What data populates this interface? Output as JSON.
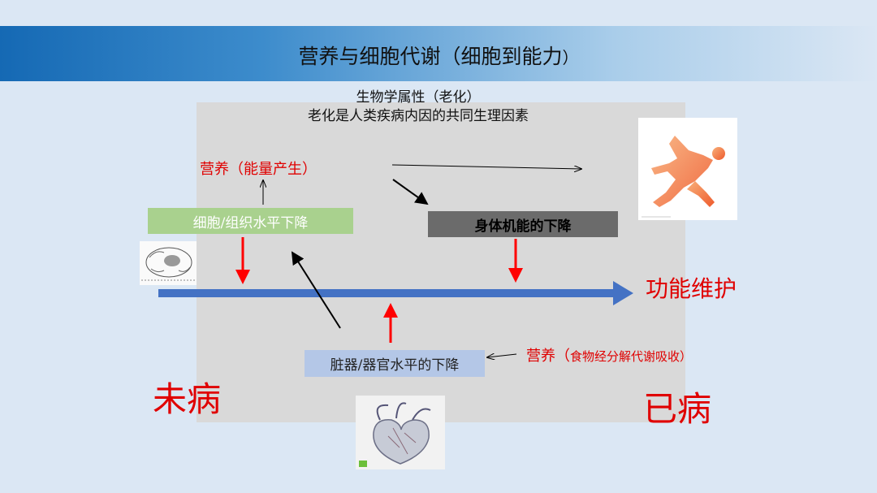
{
  "title": {
    "main": "营养与细胞代谢（细胞到能力",
    "close_paren": "）"
  },
  "header": {
    "line1": "生物学属性（老化）",
    "line2": "老化是人类疾病内因的共同生理因素"
  },
  "nodes": {
    "nutrition_energy": "营养（能量产生）",
    "cell_tissue": "细胞/组织水平下降",
    "body_function": "身体机能的下降",
    "organ": "脏器/器官水平的下降",
    "nutrition_digest_main": "营养（",
    "nutrition_digest_sub": "食物经分解代谢吸收）",
    "function_maintenance": "功能维护",
    "not_ill": "未病",
    "ill": "已病"
  },
  "icons": [
    "runner-image",
    "cell-diagram-image",
    "heart-illustration-image"
  ],
  "colors": {
    "banner": "#1569b4",
    "red_text": "#e00000",
    "main_arrow": "#4472c4",
    "cell_box": "#a9d18e",
    "body_box": "#6b6b6b",
    "organ_box": "#b4c7e7"
  }
}
